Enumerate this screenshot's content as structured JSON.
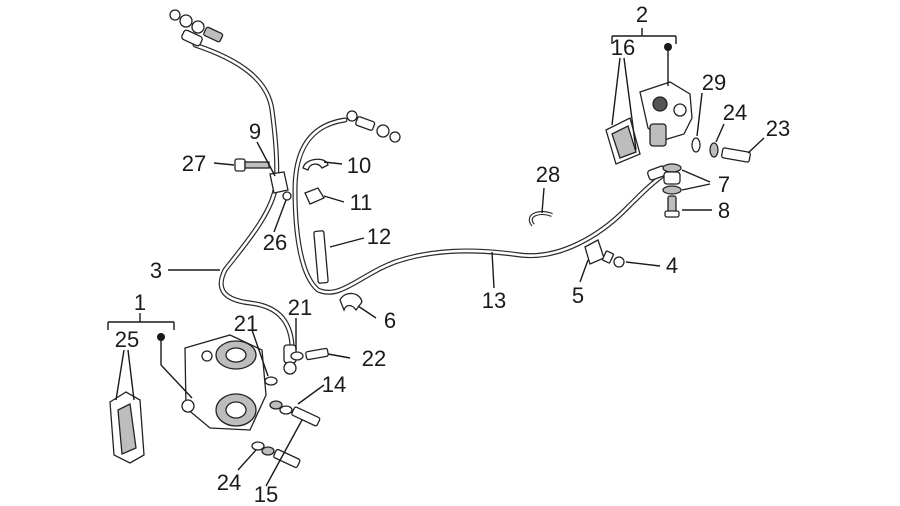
{
  "callouts": {
    "c1": "1",
    "c2": "2",
    "c3": "3",
    "c4": "4",
    "c5": "5",
    "c6": "6",
    "c7": "7",
    "c8": "8",
    "c9": "9",
    "c10": "10",
    "c11": "11",
    "c12": "12",
    "c13": "13",
    "c14": "14",
    "c15": "15",
    "c16": "16",
    "c21a": "21",
    "c21b": "21",
    "c22": "22",
    "c23": "23",
    "c24a": "24",
    "c24b": "24",
    "c25": "25",
    "c26": "26",
    "c27": "27",
    "c28": "28",
    "c29": "29"
  }
}
